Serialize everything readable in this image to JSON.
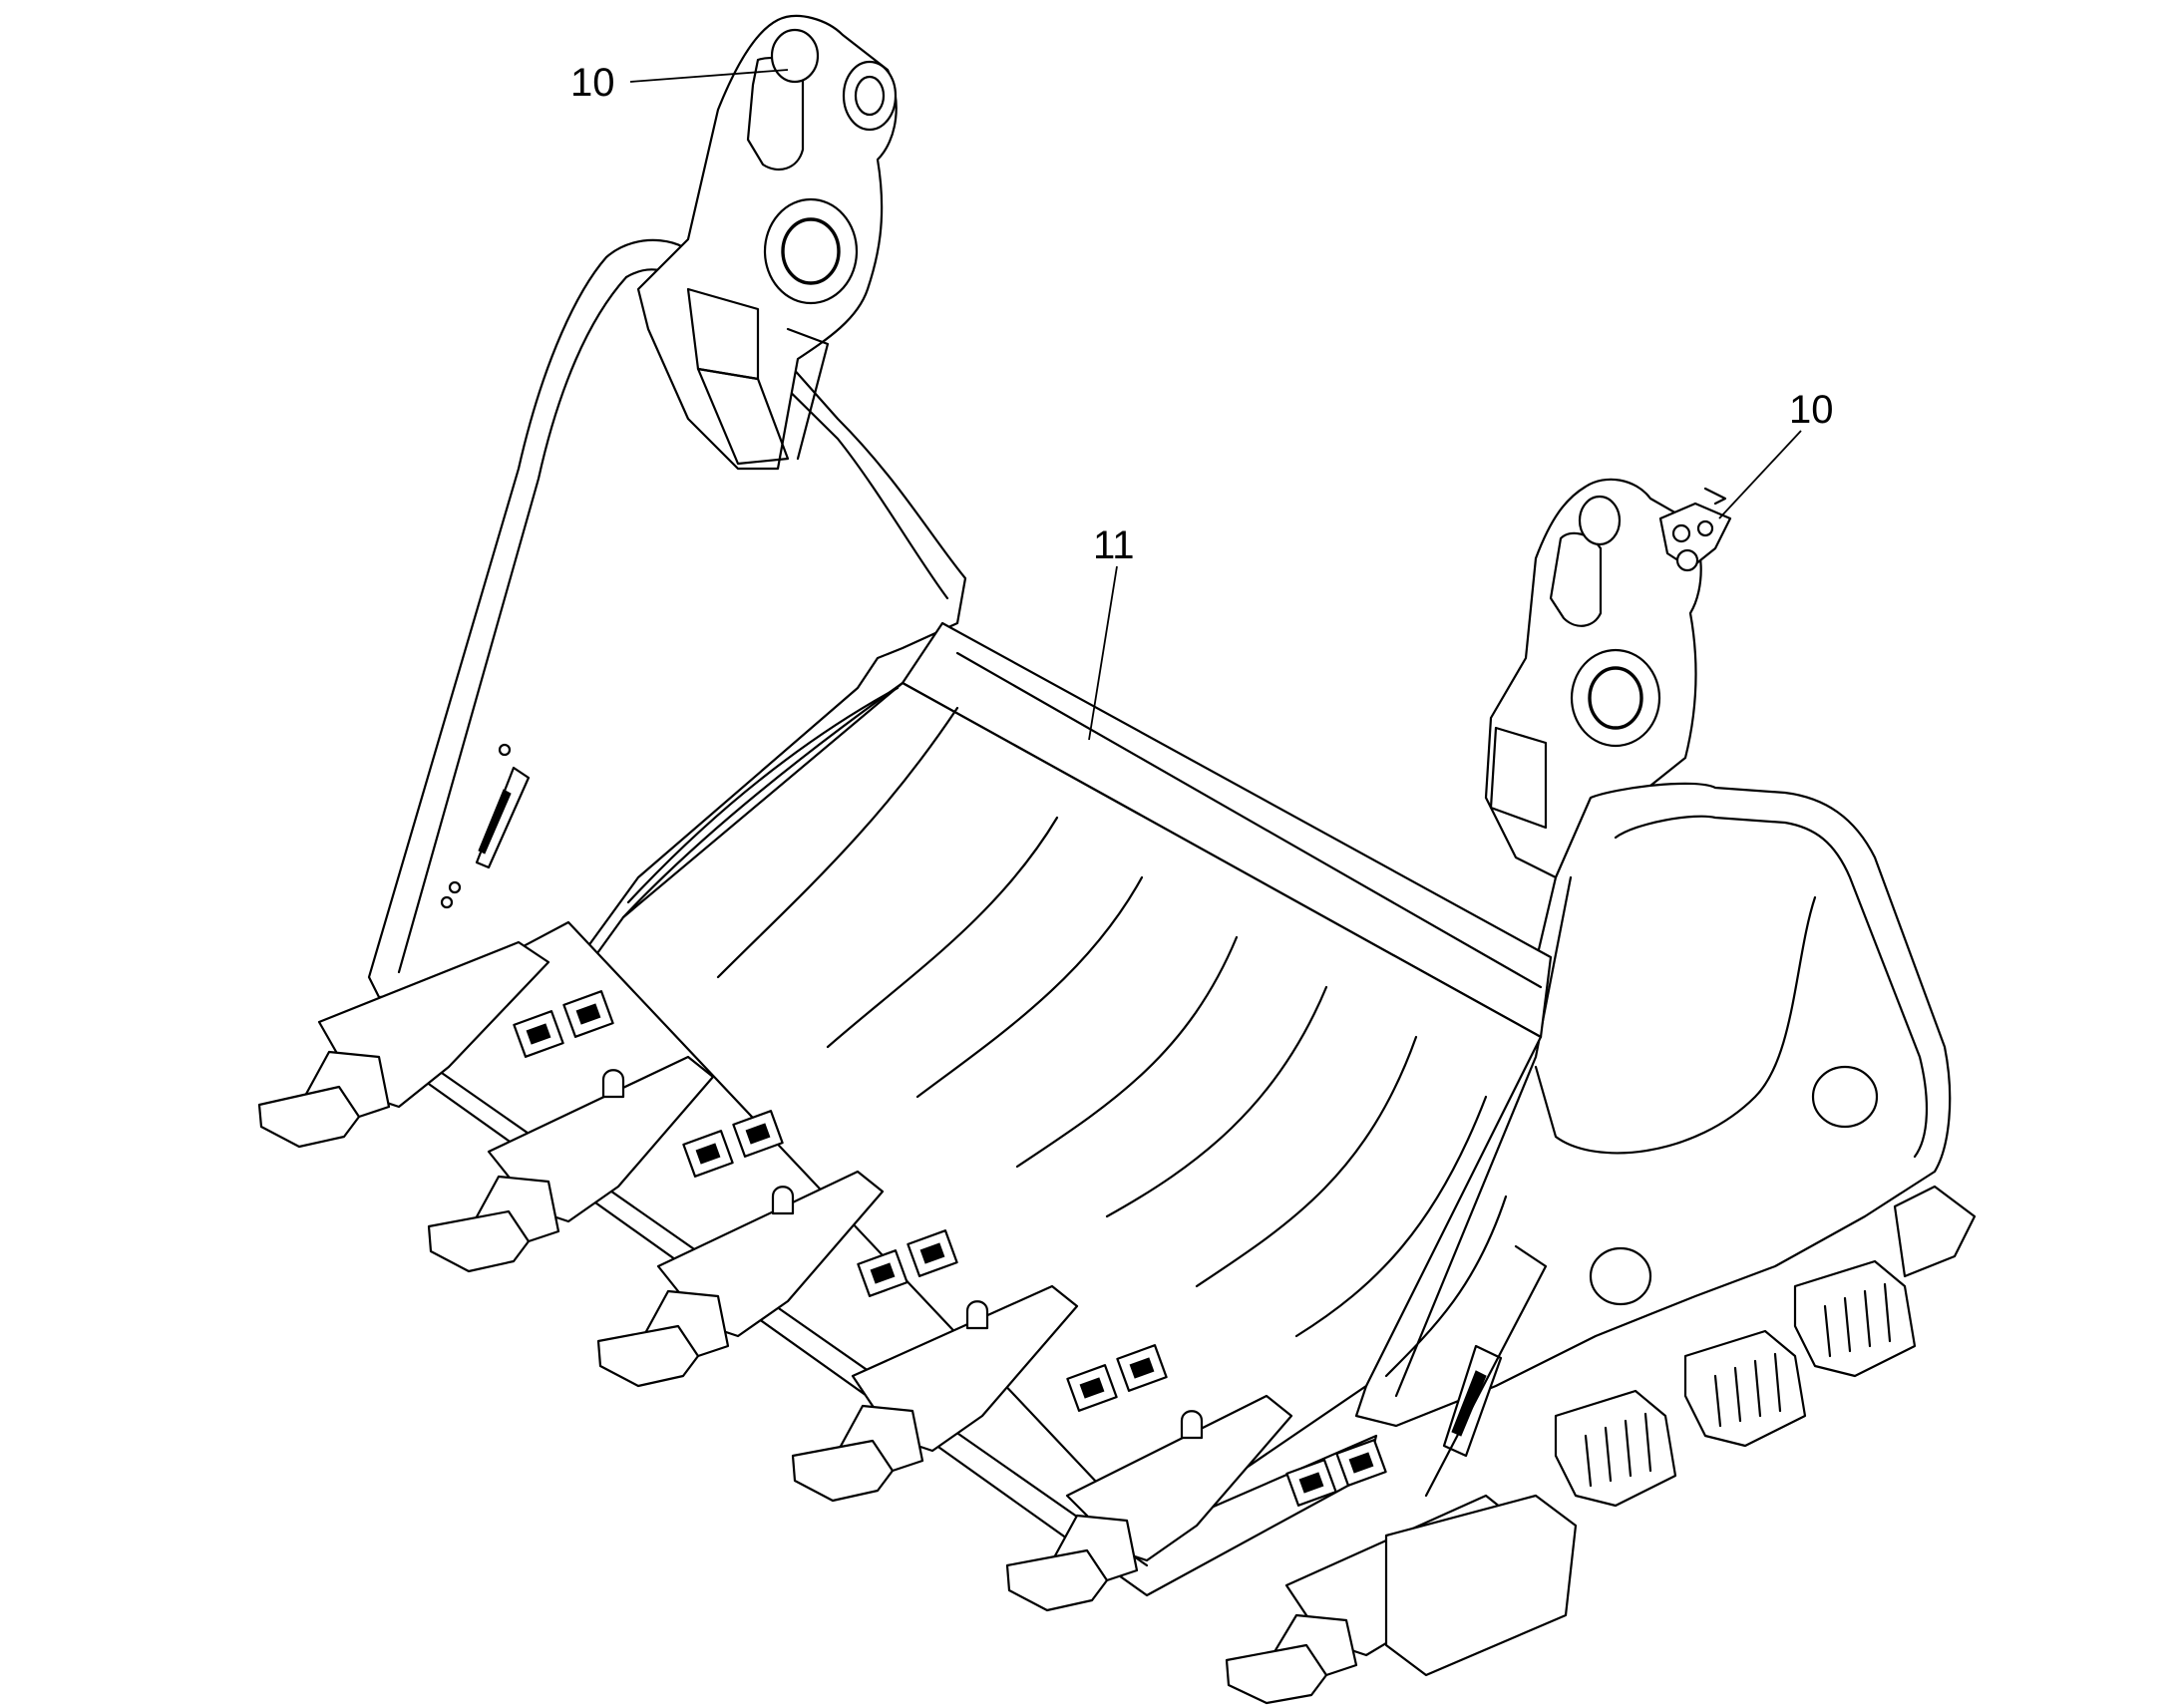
{
  "callouts": [
    {
      "id": "left-pin-callout",
      "label": "10"
    },
    {
      "id": "right-pin-callout",
      "label": "10"
    },
    {
      "id": "frame-callout",
      "label": "11"
    }
  ]
}
